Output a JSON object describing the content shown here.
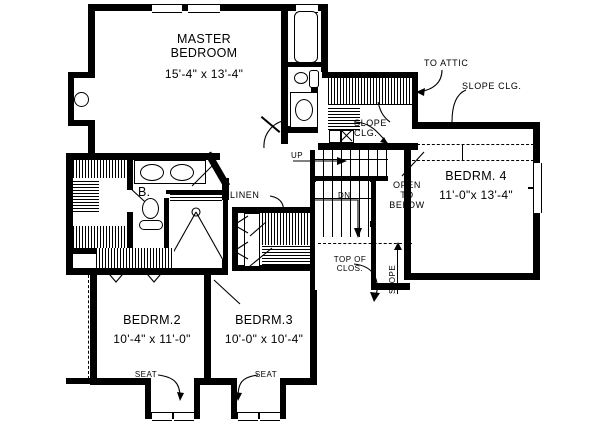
{
  "plan": {
    "type": "residential-floor-plan",
    "level": "upper floor",
    "rooms": [
      {
        "id": "master-bedroom",
        "name": "MASTER\nBEDROOM",
        "dimensions": "15'-4\" x 13'-4\""
      },
      {
        "id": "bedroom-4",
        "name": "BEDRM. 4",
        "dimensions": "11'-0\"x 13'-4\""
      },
      {
        "id": "bedroom-2",
        "name": "BEDRM.2",
        "dimensions": "10'-4\" x 11'-0\""
      },
      {
        "id": "bedroom-3",
        "name": "BEDRM.3",
        "dimensions": "10'-0\" x 10'-4\""
      },
      {
        "id": "bath",
        "name": "B.",
        "dimensions": ""
      }
    ],
    "annotations": [
      {
        "id": "to-attic",
        "text": "TO ATTIC"
      },
      {
        "id": "slope-clg-1",
        "text": "SLOPE CLG."
      },
      {
        "id": "slope-clg-2",
        "text": "SLOPE\nCLG."
      },
      {
        "id": "linen",
        "text": "LINEN"
      },
      {
        "id": "stair-up",
        "text": "UP"
      },
      {
        "id": "stair-down",
        "text": "DN"
      },
      {
        "id": "open-to-below",
        "text": "OPEN\nTO\nBELOW"
      },
      {
        "id": "top-of-closet",
        "text": "TOP OF\nCLOS."
      },
      {
        "id": "slope-vertical",
        "text": "SLOPE"
      },
      {
        "id": "seat-left",
        "text": "SEAT"
      },
      {
        "id": "seat-right",
        "text": "SEAT"
      }
    ],
    "colors": {
      "line": "#000000",
      "paper": "#ffffff"
    }
  }
}
